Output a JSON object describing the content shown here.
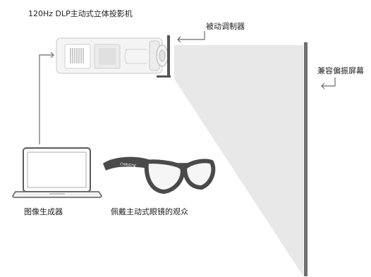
{
  "labels": {
    "projector": "120Hz DLP主动式立体投影机",
    "modulator": "被动调制器",
    "screen": "兼容偏振屏幕",
    "generator": "图像生成器",
    "viewer": "佩戴主动式眼镜的观众"
  },
  "glasses_brand": "CHRISTIE",
  "colors": {
    "beam": "#e8e8e8",
    "screen": "#6f6f6f",
    "line": "#6a6a6a",
    "projector_body": "#f3f3f3",
    "glasses": "#4a4a4a"
  }
}
